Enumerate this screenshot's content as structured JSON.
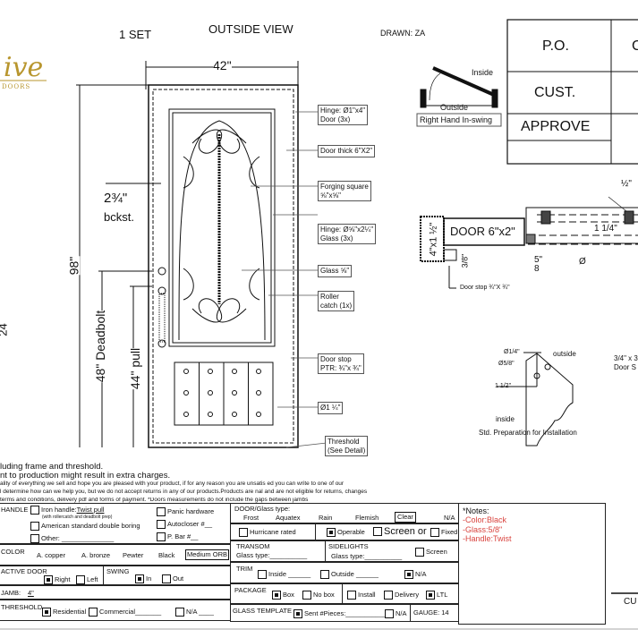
{
  "logo": {
    "text": "ive",
    "sub": "DOORS"
  },
  "header": {
    "set": "1  SET",
    "view": "OUTSIDE VIEW",
    "drawn": "DRAWN: ZA"
  },
  "approval": {
    "po": "P.O.",
    "cust": "CUST.",
    "approve": "APPROVE",
    "po_value": "C"
  },
  "dims": {
    "width": "42\"",
    "height": "98\"",
    "deadbolt": "48\" Deadbolt",
    "pull": "44\" pull",
    "backset": "2¾\"",
    "backset_label": "bckst.",
    "left_partial": "24"
  },
  "callouts": {
    "hinge_door": [
      "Hinge: Ø1\"x4\"",
      "Door (3x)"
    ],
    "door_thick": "Door thick 6\"X2\"",
    "forging": [
      "Forging square",
      "⅝\"x⅝\""
    ],
    "hinge_glass": [
      "Hinge: Ø⅝\"x2¼\"",
      "Glass (3x)"
    ],
    "glass": "Glass ⅝\"",
    "roller": [
      "Roller",
      "catch  (1x)"
    ],
    "door_stop": [
      "Door stop",
      "PTR: ¾\"x ¾\""
    ],
    "dia": "Ø1 ¼\"",
    "threshold": [
      "Threshold",
      "(See Detail)"
    ]
  },
  "swing": {
    "inside": "Inside",
    "outside": "Outside",
    "label": "Right Hand In-swing"
  },
  "section": {
    "quarter": "½\"",
    "door": "DOOR 6\"x2\"",
    "jamb": "4\"x1 ½\"",
    "gap": "3/8\"",
    "five8": "5\"",
    "eight": "8",
    "one_quarter": "1 1/4\"",
    "stop": "Door stop ¾\"X ¾\"",
    "dia": "Ø"
  },
  "install": {
    "d14": "Ø1/4\"",
    "d58": "Ø5/8\"",
    "h": "1 1/2\"",
    "outside": "outside",
    "inside": "inside",
    "caption": "Std. Preparation for Installation",
    "side1": "3/4\" x 3",
    "side2": "Door S"
  },
  "disclaimer": [
    "luding frame and threshold.",
    "nt to production might result in extra charges.",
    "ality of everything we sell and hope you are pleased with your product, if for any reason you are unsatis    ed you can write to one of our",
    "l determine how can we help you, but we do not accept returns in any of our products.Products are     nal and are not eligible for returns, changes",
    "terms and conditions, delivery pdf and forms of payment. *Doors measurements do not include the gaps between jambs"
  ],
  "form": {
    "handle": "HANDLE",
    "iron": "Iron handle:",
    "iron_val": "Twist pull",
    "iron_note": "(with rollercatch and deadbolt prep)",
    "american": "American standard double boring",
    "other": "Other:",
    "panic": "Panic hardware",
    "autocloser": "Autocloser #",
    "pbar": "P. Bar #",
    "color": "COLOR",
    "colors": [
      "A. copper",
      "A. bronze",
      "Pewter",
      "Black",
      "Medium ORB"
    ],
    "active": "ACTIVE DOOR",
    "right": "Right",
    "left": "Left",
    "swing": "SWING",
    "in": "In",
    "out": "Out",
    "jamb": "JAMB:",
    "jamb_val": "4\"",
    "threshold": "THRESHOLD",
    "residential": "Residential",
    "commercial": "Commercial",
    "na": "N/A",
    "glass_type": "DOOR/Glass type:",
    "glass_opts": [
      "Frost",
      "Aquatex",
      "Rain",
      "Flemish",
      "Clear",
      "N/A"
    ],
    "hurricane": "Hurricane rated",
    "operable": "Operable",
    "screen_or": "Screen or",
    "fixed": "Fixed",
    "transom": "TRANSOM",
    "transom_glass": "Glass type:",
    "sidelights": "SIDELIGHTS",
    "side_glass": "Glass type:",
    "screen": "Screen",
    "trim": "TRIM",
    "inside": "Inside",
    "outside": "Outside",
    "trim_na": "N/A",
    "package": "PACKAGE",
    "box": "Box",
    "nobox": "No box",
    "install": "Install",
    "delivery": "Delivery",
    "ltl": "LTL",
    "template": "GLASS TEMPLATE",
    "sent": "Sent #Pieces:",
    "tpl_na": "N/A",
    "gauge": "GAUGE: 14"
  },
  "notes": {
    "title": "*Notes:",
    "items": [
      "-Color:Black",
      "-Glass:5/8\"",
      "-Handle:Twist"
    ]
  },
  "signature": {
    "label": "CU"
  },
  "colors": {
    "note_red": "#d9443f",
    "logo_gold": "#b8962e"
  }
}
